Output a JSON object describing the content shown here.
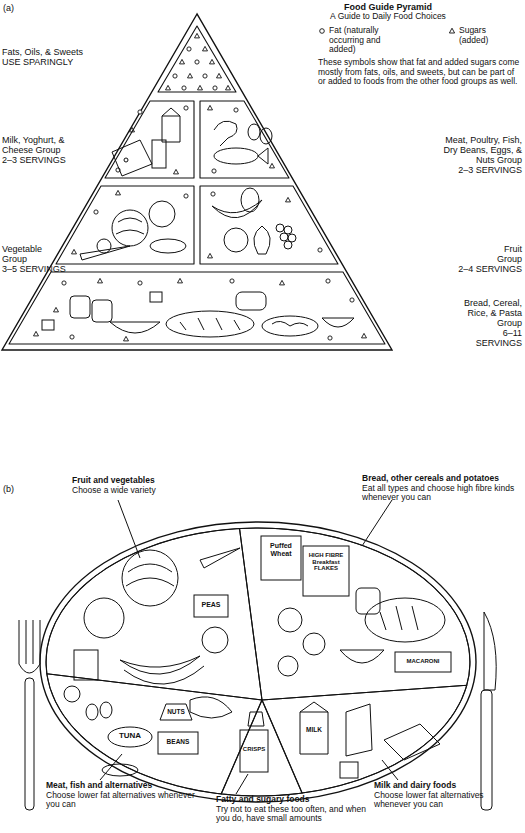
{
  "diagram": {
    "title": "Food Guide Pyramid",
    "nodes": [
      {
        "text": [
          "Fats, Oils, & Sweets",
          "USE SPARINGLY"
        ]
      },
      {
        "text": [
          "Milk, Yoghurt, & Cheese Group",
          "2–3 SERVINGS"
        ]
      },
      {
        "text": [
          "Meat, Poultry, Fish, Dry Beans, Eggs, & Nuts Group",
          "2–3 SERVINGS"
        ]
      },
      {
        "text": [
          "Vegetable Group",
          "3–5 SERVINGS"
        ]
      },
      {
        "text": [
          "Fruit Group",
          "2–4 SERVINGS"
        ]
      },
      {
        "text": [
          "Bread, Cereal, Rice, & Pasta Group",
          "6–11 SERVINGS"
        ]
      },
      {
        "text": [
          "Fruit and vegetables",
          "Choose a wide variety"
        ]
      },
      {
        "text": [
          "Bread, other cereals and potatoes",
          "Eat all types and choose high fibre kinds whenever you can"
        ]
      },
      {
        "text": [
          "Meat, fish and alternatives",
          "Choose lower fat alternatives whenever you can"
        ]
      },
      {
        "text": [
          "Fatty and sugary foods",
          "Try not to eat these too often, and when you do, have small amounts"
        ]
      },
      {
        "text": [
          "Milk and dairy foods",
          "Choose lower fat alternatives whenever you can"
        ]
      }
    ],
    "labels": [
      "A Guide to Daily Food Choices",
      "(a)",
      "These symbols show that fat and added sugars come mostly from fats, oils, and sweets, but can be part of or added to foods from the other food groups as well.",
      "(b)",
      "Puffed Wheat",
      "HIGH FIBRE Breakfast FLAKES",
      "PEAS",
      "TUNA",
      "NUTS",
      "BEANS",
      "CRISPS",
      "MILK",
      "MACARONI"
    ],
    "legend": [
      {
        "text": "Fat (naturally occurring and added)"
      },
      {
        "text": "Sugars (added)"
      }
    ]
  }
}
